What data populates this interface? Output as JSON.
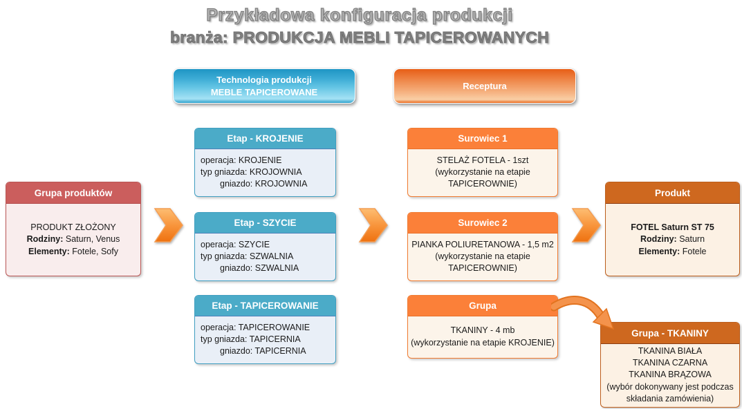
{
  "title": {
    "line1": "Przykładowa konfiguracja produkcji",
    "line2": "branża: PRODUKCJA MEBLI TAPICEROWANYCH"
  },
  "buttons": {
    "technology": {
      "line1": "Technologia produkcji",
      "line2": "MEBLE TAPICEROWANE"
    },
    "recipe": {
      "label": "Receptura"
    }
  },
  "product_group": {
    "header": "Grupa produktów",
    "line1": "PRODUKT ZŁOŻONY",
    "families_label": "Rodziny:",
    "families": "Saturn, Venus",
    "elements_label": "Elementy:",
    "elements": "Fotele, Sofy"
  },
  "stages": [
    {
      "header": "Etap - KROJENIE",
      "operation": "operacja: KROJENIE",
      "slot_type": "typ gniazda: KROJOWNIA",
      "slot": "gniazdo: KROJOWNIA"
    },
    {
      "header": "Etap - SZYCIE",
      "operation": "operacja: SZYCIE",
      "slot_type": "typ gniazda: SZWALNIA",
      "slot": "gniazdo: SZWALNIA"
    },
    {
      "header": "Etap - TAPICEROWANIE",
      "operation": "operacja: TAPICEROWANIE",
      "slot_type": "typ gniazda: TAPICERNIA",
      "slot": "gniazdo: TAPICERNIA"
    }
  ],
  "materials": [
    {
      "header": "Surowiec 1",
      "line1": "STELAŻ FOTELA - 1szt",
      "line2": "(wykorzystanie na etapie",
      "line3": "TAPICEROWNIE)"
    },
    {
      "header": "Surowiec 2",
      "line1": "PIANKA POLIURETANOWA - 1,5 m2",
      "line2": "(wykorzystanie na etapie",
      "line3": "TAPICEROWNIE)"
    },
    {
      "header": "Grupa",
      "line1": "TKANINY - 4 mb",
      "line2": "(wykorzystanie na etapie KROJENIE)",
      "line3": ""
    }
  ],
  "product": {
    "header": "Produkt",
    "name": "FOTEL Saturn ST 75",
    "families_label": "Rodziny:",
    "families": "Saturn",
    "elements_label": "Elementy:",
    "elements": "Fotele"
  },
  "fabric_group": {
    "header": "Grupa - TKANINY",
    "items": [
      "TKANINA BIAŁA",
      "TKANINA CZARNA",
      "TKANINA BRĄZOWA"
    ],
    "note1": "(wybór dokonywany jest podczas",
    "note2": "składania zamówienia)"
  },
  "colors": {
    "blue_header": "#4babc8",
    "blue_body": "#e9eff7",
    "orange_header": "#fb8039",
    "orange_body": "#fcf4ea",
    "red_header": "#cb5e5d",
    "red_body": "#f9eded",
    "dark_orange_header": "#ce681f",
    "dark_orange_body": "#fcf1e4",
    "arrow_orange": "#f58a2e",
    "title_gray": "#8c8c8c"
  }
}
